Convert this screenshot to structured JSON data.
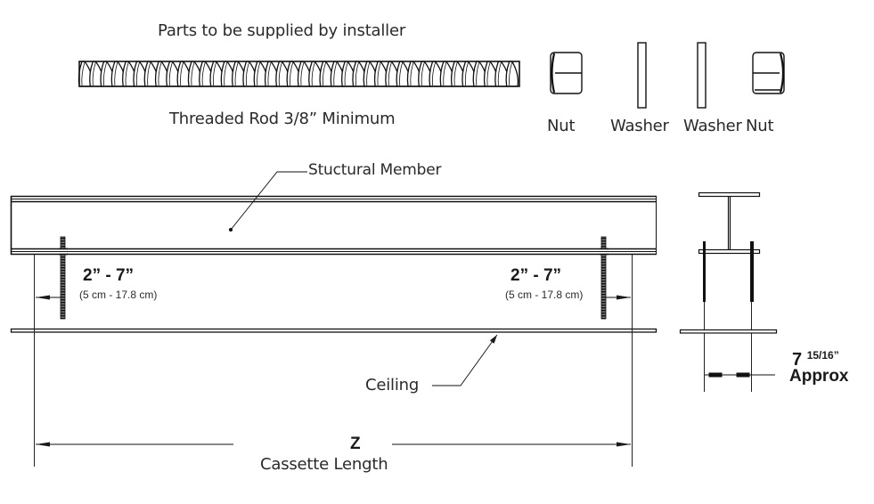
{
  "header": {
    "title": "Parts to be supplied by installer"
  },
  "parts": {
    "rod_label": "Threaded Rod 3/8” Minimum",
    "items": [
      {
        "label": "Nut",
        "icon": "hex-nut-icon"
      },
      {
        "label": "Washer",
        "icon": "washer-icon"
      },
      {
        "label": "Washer",
        "icon": "washer-icon"
      },
      {
        "label": "Nut",
        "icon": "hex-nut-icon"
      }
    ]
  },
  "front_view": {
    "structural_member_label": "Stuctural Member",
    "ceiling_label": "Ceiling",
    "left_offset": {
      "imperial": "2” - 7”",
      "metric": "(5 cm - 17.8 cm)"
    },
    "right_offset": {
      "imperial": "2” - 7”",
      "metric": "(5 cm - 17.8 cm)"
    },
    "length_symbol": "Z",
    "length_label": "Cassette Length"
  },
  "side_view": {
    "rod_spacing_whole": "7",
    "rod_spacing_fraction": "15/16”",
    "rod_spacing_note": "Approx"
  },
  "colors": {
    "line": "#1a1a1a",
    "text": "#2a2a2a",
    "background": "#ffffff"
  }
}
